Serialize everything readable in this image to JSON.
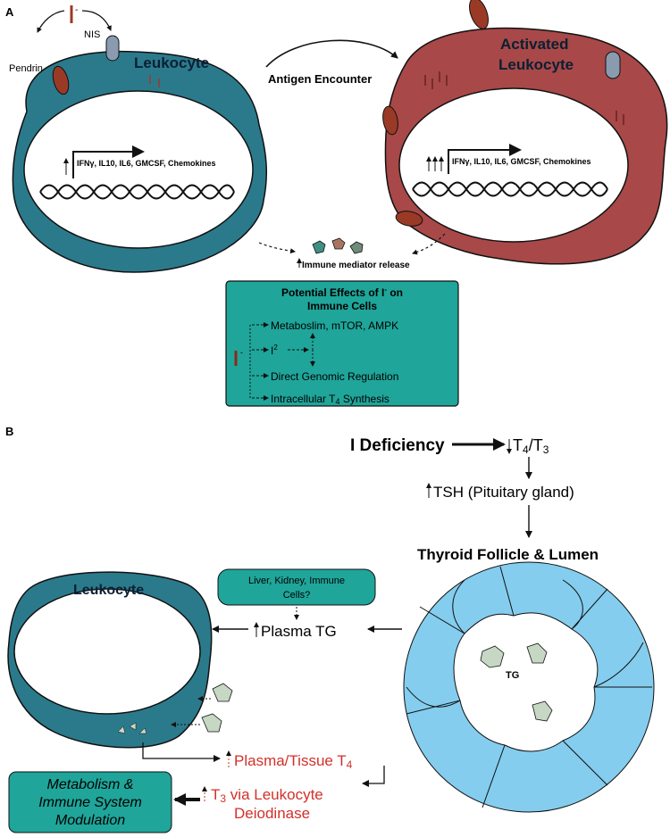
{
  "panel_a": {
    "label": "A",
    "iodide_top": "I",
    "iodide_minus": "-",
    "nis": "NIS",
    "pendrin": "Pendrin",
    "leukocyte": "Leukocyte",
    "antigen_encounter": "Antigen Encounter",
    "activated_line1": "Activated",
    "activated_line2": "Leukocyte",
    "genes": "IFNγ, IL10, IL6, GMCSF, Chemokines",
    "immune_mediator_release": "Immune mediator release",
    "effects_box": {
      "title_line1": "Potential Effects of I",
      "title_sup": "-",
      "title_on": " on",
      "title_line2": "Immune Cells",
      "iodide": "I",
      "iodide_sup": "-",
      "effects": [
        "Metaboslim, mTOR, AMPK",
        "I",
        "Direct Genomic Regulation",
        "Intracellular T",
        "Synthesis"
      ],
      "i2_sup": "2",
      "t4_sub": "4"
    },
    "colors": {
      "leukocyte_fill": "#2b7a8c",
      "activated_fill": "#a84848",
      "pendrin_fill": "#9a3a26",
      "nis_fill": "#8a9bb0",
      "effects_box_fill": "#1fa59a",
      "mediator_colors": [
        "#3f8f82",
        "#a87560",
        "#6f8b7a"
      ]
    }
  },
  "panel_b": {
    "label": "B",
    "i_deficiency": "I Deficiency",
    "t4t3": "T",
    "t4_sub": "4",
    "slash": "/T",
    "t3_sub": "3",
    "tsh": "TSH (Pituitary gland)",
    "thyroid": "Thyroid Follicle & Lumen",
    "tg": "TG",
    "liver": "Liver, Kidney, Immune",
    "liver_line2": "Cells?",
    "plasma_tg": "Plasma TG",
    "leukocyte": "Leukocyte",
    "plasma_tissue_t4": "Plasma/Tissue T",
    "plasma_t4_sub": "4",
    "t3_via": "T",
    "t3_via_sub": "3",
    "t3_via_rest": " via Leukocyte",
    "deiodinase": "Deiodinase",
    "metabolism_line1": "Metabolism &",
    "metabolism_line2": "Immune System",
    "metabolism_line3": "Modulation",
    "colors": {
      "red_text": "#d4302a",
      "follicle_fill": "#84cdee",
      "tg_fill": "#c6d8c4",
      "teal_box": "#1fa59a"
    }
  }
}
